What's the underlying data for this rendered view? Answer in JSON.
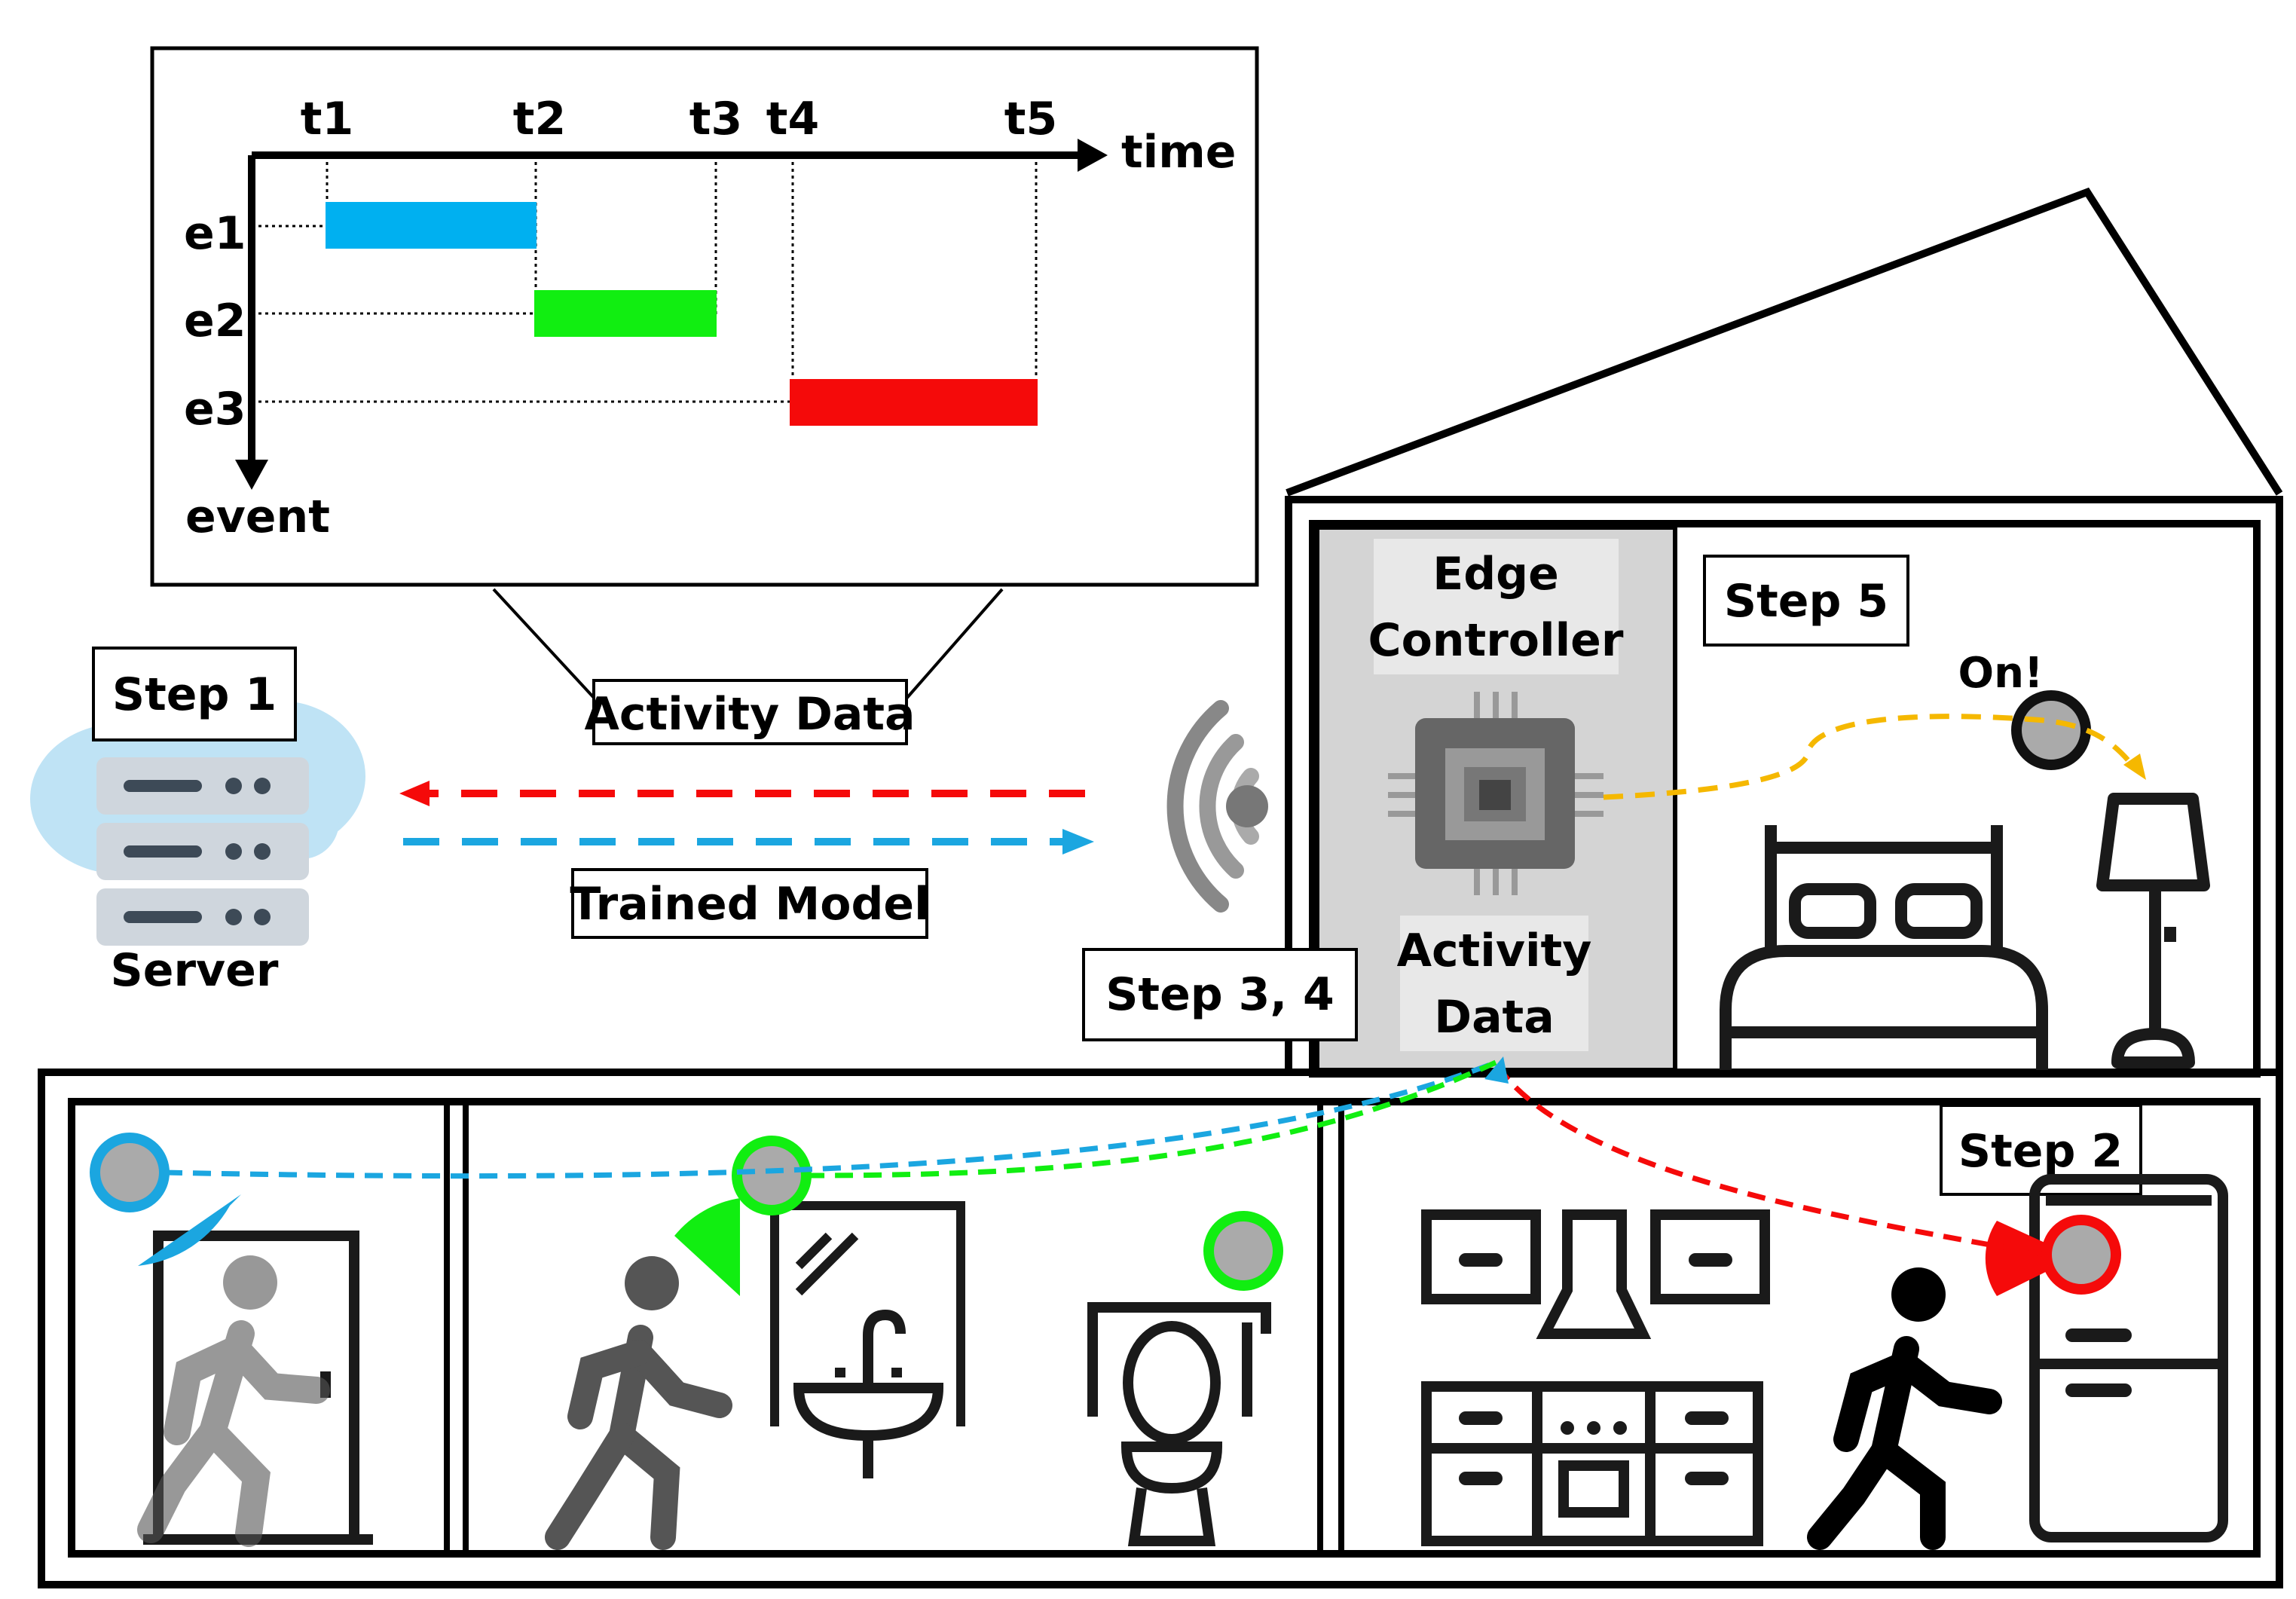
{
  "timeline": {
    "time_ticks": [
      "t1",
      "t2",
      "t3",
      "t4",
      "t5"
    ],
    "x_axis_label": "time",
    "y_axis_label": "event",
    "events": [
      {
        "label": "e1",
        "start": "t1",
        "end": "t2",
        "color": "#00b0f0"
      },
      {
        "label": "e2",
        "start": "t2",
        "end": "t3",
        "color": "#11ee11"
      },
      {
        "label": "e3",
        "start": "t4",
        "end": "t5",
        "color": "#f50a0a"
      }
    ]
  },
  "labels": {
    "activity_data_caption": "Activity Data",
    "trained_model": "Trained Model",
    "step1": "Step 1",
    "server": "Server",
    "step2": "Step 2",
    "step34": "Step 3, 4",
    "step5": "Step 5",
    "edge_line1": "Edge",
    "edge_line2": "Controller",
    "activity_line1": "Activity",
    "activity_line2": "Data",
    "on": "On!"
  },
  "colors": {
    "blue": "#1ba6e0",
    "green": "#11ee11",
    "red": "#f50a0a",
    "yellow": "#f5b800",
    "cloud": "#bfe3f5",
    "server": "#cfd6dd",
    "controller_panel": "#d4d4d4",
    "sensor_fill": "#aaaaaa"
  },
  "icons": [
    "cloud-icon",
    "server-icon",
    "wifi-icon",
    "chip-icon",
    "bed-icon",
    "lamp-icon",
    "door-icon",
    "mirror-icon",
    "sink-icon",
    "toilet-icon",
    "kitchen-cabinet-icon",
    "range-hood-icon",
    "oven-icon",
    "fridge-icon",
    "person-icon"
  ]
}
